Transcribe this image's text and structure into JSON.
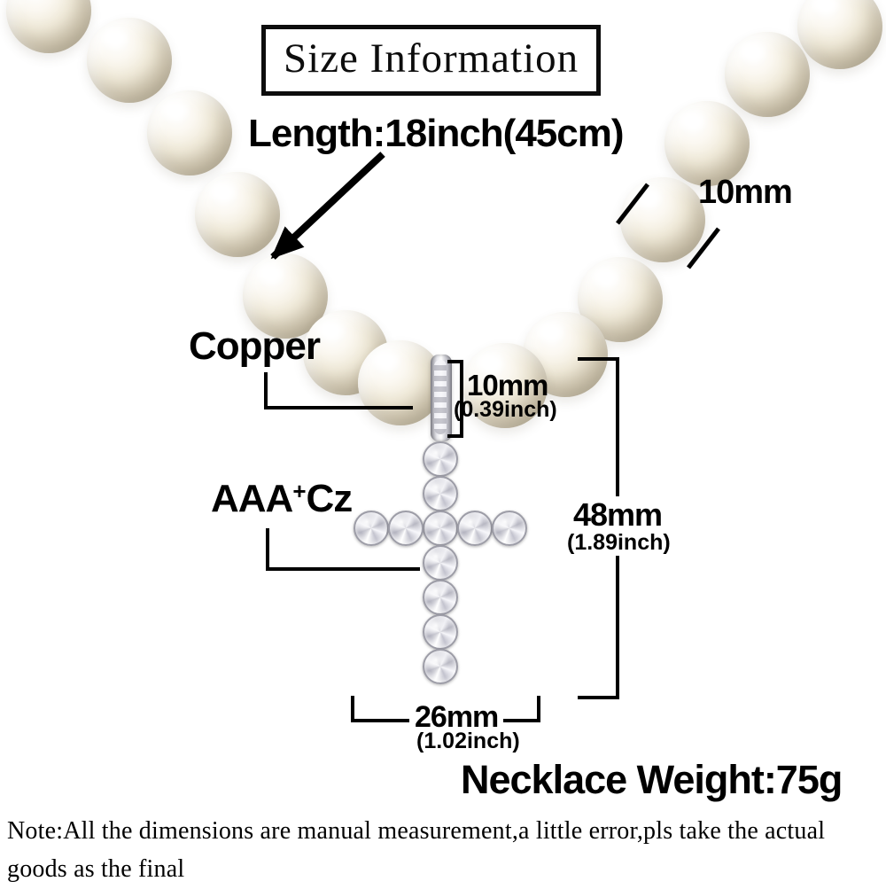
{
  "header": {
    "title": "Size Information"
  },
  "labels": {
    "length": "Length:18inch(45cm)",
    "pearl_diameter": "10mm",
    "chain_material": "Copper",
    "bail_width": "10mm",
    "bail_width_inch": "(0.39inch)",
    "stone_prefix": "AAA",
    "stone_sup": "+",
    "stone_suffix": "Cz",
    "pendant_height": "48mm",
    "pendant_height_inch": "(1.89inch)",
    "pendant_width": "26mm",
    "pendant_width_inch": "(1.02inch)",
    "weight": "Necklace Weight:75g"
  },
  "note": {
    "text": "Note:All the dimensions are manual measurement,a little error,pls take the actual goods as the final"
  },
  "colors": {
    "line": "#000000",
    "pearl": "#efe9dc",
    "silver": "#c9c9d2"
  }
}
